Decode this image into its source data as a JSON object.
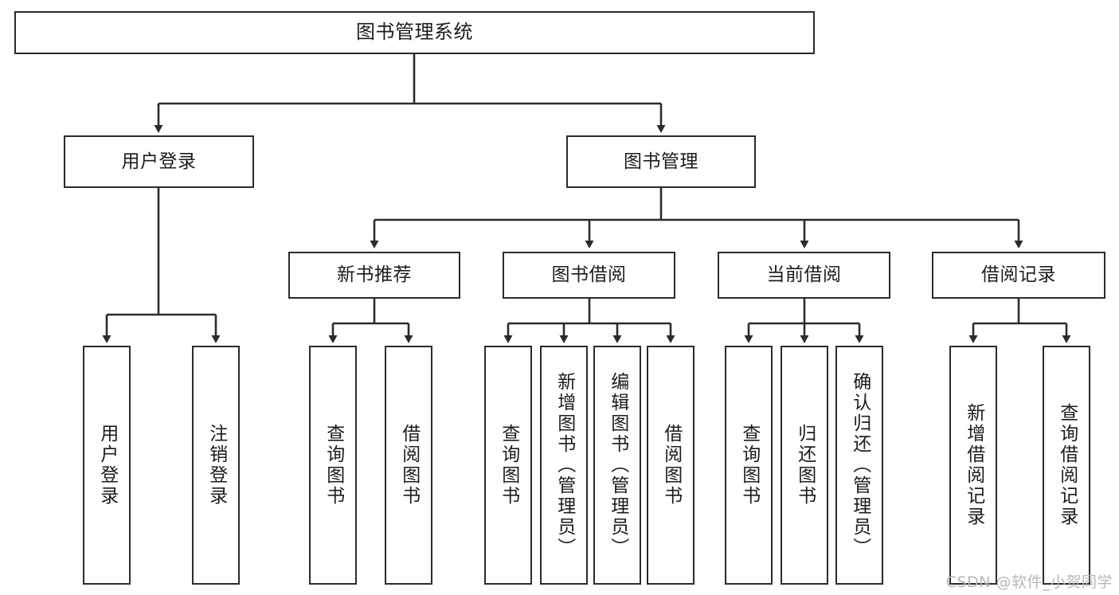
{
  "diagram": {
    "title": "图书管理系统",
    "type": "tree-hierarchy",
    "root": {
      "label": "图书管理系统"
    },
    "level2": [
      {
        "label": "用户登录"
      },
      {
        "label": "图书管理"
      }
    ],
    "level3": [
      {
        "label": "新书推荐"
      },
      {
        "label": "图书借阅"
      },
      {
        "label": "当前借阅"
      },
      {
        "label": "借阅记录"
      }
    ],
    "leaves": {
      "user_login": [
        {
          "label": "用户登录"
        },
        {
          "label": "注销登录"
        }
      ],
      "new_book_recommend": [
        {
          "label": "查询图书"
        },
        {
          "label": "借阅图书"
        }
      ],
      "book_borrow": [
        {
          "label": "查询图书"
        },
        {
          "label": "新增图书（管理员）"
        },
        {
          "label": "编辑图书（管理员）"
        },
        {
          "label": "借阅图书"
        }
      ],
      "current_borrow": [
        {
          "label": "查询图书"
        },
        {
          "label": "归还图书"
        },
        {
          "label": "确认归还（管理员）"
        }
      ],
      "borrow_record": [
        {
          "label": "新增借阅记录"
        },
        {
          "label": "查询借阅记录"
        }
      ]
    }
  },
  "watermark": {
    "text": "CSDN @软件_小贺同学"
  },
  "colors": {
    "stroke": "#2b2b2b",
    "box_fill": "#ffffff",
    "text": "#1c1c1c",
    "watermark": "#b8b8b8",
    "background": "#ffffff"
  }
}
